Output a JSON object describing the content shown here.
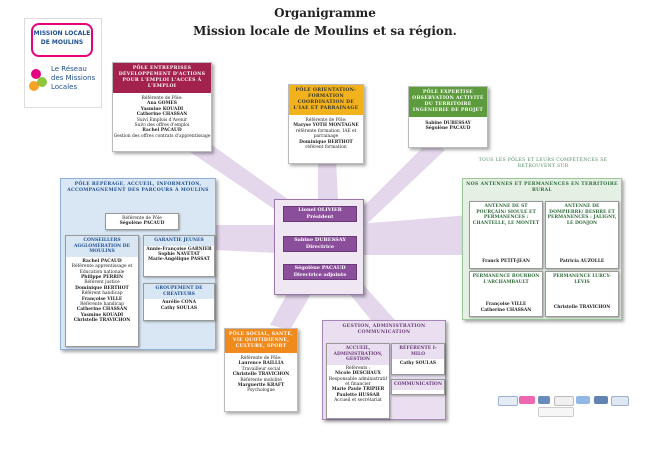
{
  "title": {
    "line1": "Organigramme",
    "line2": "Mission locale de Moulins et sa région."
  },
  "logo": {
    "top": "MISSION LOCALE DE MOULINS",
    "bottom": "Le Réseau des Missions Locales"
  },
  "center": {
    "p1": {
      "name": "Lionel OLIVIER",
      "role": "Président"
    },
    "p2": {
      "name": "Sabine DUBESSAY",
      "role": "Directrice"
    },
    "p3": {
      "name": "Ségolène PACAUD",
      "role": "Directrice adjointe"
    }
  },
  "entreprises": {
    "header": "Pôle entreprises développement d'actions pour l'emploi l'accès à l'emploi",
    "lines": [
      "Référente de Pôle:",
      "Ana GOMES",
      "Yasmine KOUADI",
      "Catherine CHASSAN",
      "Suivi Emplois d'Avenir",
      "Suivi des offres d'emploi",
      "Rachel PACAUD",
      "Gestion des offres contrats d'apprentissage"
    ],
    "bold": [
      false,
      true,
      true,
      true,
      false,
      false,
      true,
      false
    ]
  },
  "orientation": {
    "header": "Pôle orientation-formation coordination de l'IAE et parrainage",
    "lines": [
      "Référente de Pôle:",
      "Maryse YOTH MONTAGNE",
      "référente formation, IAE et parrainage",
      "Dominique BERTHOT",
      "référent formation"
    ],
    "bold": [
      false,
      true,
      false,
      true,
      false
    ]
  },
  "expertise": {
    "header": "Pôle expertise observation activité du territoire ingénierie de projet",
    "lines": [
      "Sabine DUBESSAY",
      "Ségolène PACAUD"
    ]
  },
  "reperage": {
    "header": "Pôle repérage, accueil, information, accompagnement des parcours à Moulins",
    "referent": [
      "Référente de Pôle",
      "Ségolène PACAUD"
    ],
    "conseillers": {
      "header": "Conseillers agglomération de Moulins",
      "lines": [
        "Rachel PACAUD",
        "Référente apprentissage et Education nationale",
        "Philippe PERRIN",
        "Référent justice",
        "Dominique BERTHOT",
        "Référent handicap",
        "Françoise VILLE",
        "Référente handicap",
        "Catherine CHASSAN",
        "Yasmine KOUADI",
        "Christelle TRAVICHON"
      ],
      "bold": [
        true,
        false,
        true,
        false,
        true,
        false,
        true,
        false,
        true,
        true,
        true
      ]
    },
    "garantie": {
      "header": "Garantie Jeunes",
      "lines": [
        "Annie-Françoise GARNIER",
        "Sophie NAVETAT",
        "Marie-Angélique PASSAT"
      ]
    },
    "createurs": {
      "header": "Groupement de créateurs",
      "lines": [
        "Aurélie CONA",
        "Cathy SOULAS"
      ]
    }
  },
  "social": {
    "header": "Pôle social, santé, vie quotidienne, culture, sport",
    "lines": [
      "Référente de Pôle:",
      "Laurence BAILLIA",
      "Travailleur social",
      "Christelle TRAVICHON",
      "Référente mobilité",
      "Marguerite KRAFT",
      "Psychologue"
    ],
    "bold": [
      false,
      true,
      false,
      true,
      false,
      true,
      false
    ]
  },
  "gestion": {
    "header": "Gestion, administration communication",
    "accueil": {
      "header": "Accueil, administration, gestion",
      "lines": [
        "Référents :",
        "Nicole DESCHAUX",
        "Responsable administratif et financier",
        "Marie Paule TRIPIER",
        "Paulette HUSSAR",
        "Accueil et secrétariat"
      ],
      "bold": [
        false,
        true,
        false,
        true,
        true,
        false
      ]
    },
    "milo": {
      "header": "Référente I-milo",
      "name": "Cathy SOULAS"
    },
    "communication": {
      "header": "Communication"
    }
  },
  "antennes": {
    "intro": "Tous les pôles et leurs compétences se retrouvent sur",
    "header": "Nos antennes et permanences en territoire rural",
    "a1": {
      "header": "Antenne de St Pourçain/ Sioule et permanences : Chantelle, Le Montet",
      "name": "Franck PETIT-JEAN"
    },
    "a2": {
      "header": "Antenne de Dompierre/ Besbre et permanences : Jaligny, Le Donjon",
      "name": "Patricia AUZOLLE"
    },
    "a3": {
      "header": "Permanence Bourbon l'Archambault",
      "names": [
        "Françoise VILLE",
        "Catherine CHASSAN"
      ]
    },
    "a4": {
      "header": "Permanence Lurcy-Lévis",
      "name": "Christelle TRAVICHON"
    }
  },
  "colors": {
    "red": "#a3214d",
    "blue": "#2b6cb0",
    "green": "#5c9c3d",
    "orange": "#f08a1c",
    "purple": "#8a4e9a",
    "amber": "#f1b21c",
    "teal": "#2e6b3a"
  }
}
